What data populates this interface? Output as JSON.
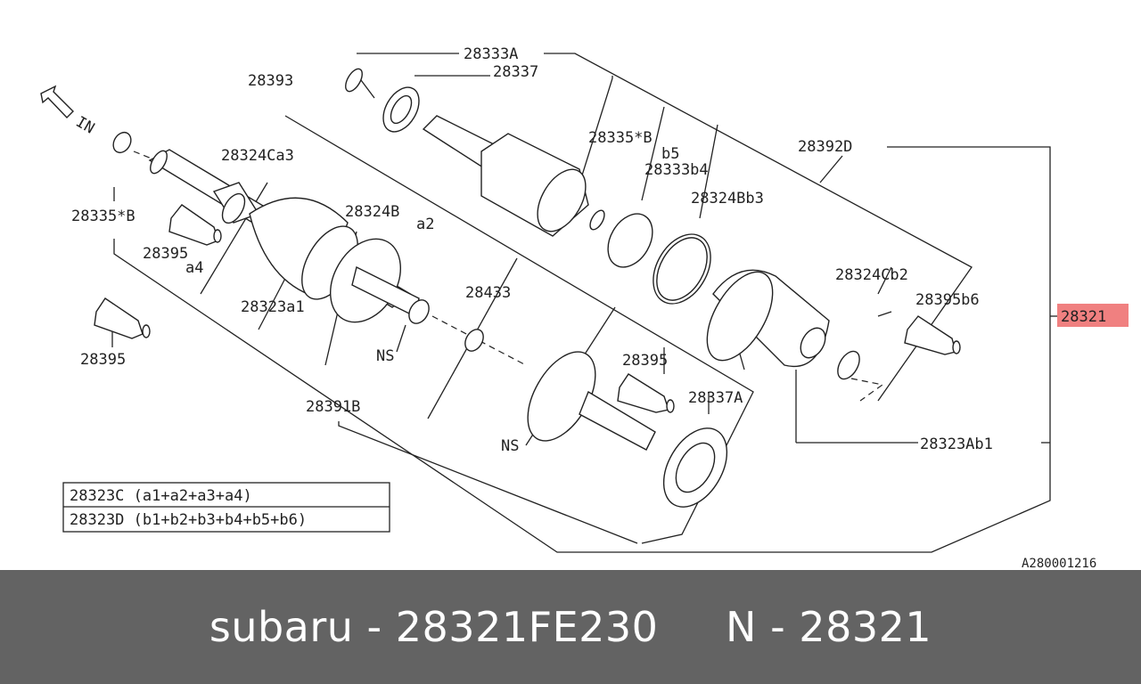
{
  "diagram": {
    "direction_label": "IN",
    "ref_code": "A280001216",
    "highlight_label": "28321",
    "labels": {
      "l28333A": "28333A",
      "l28337": "28337",
      "l28393": "28393",
      "l28335Bb5": "28335*B",
      "l_b5": "b5",
      "l28392D": "28392D",
      "l28324Ca3": "28324Ca3",
      "l28333b4": "28333b4",
      "l28335B": "28335*B",
      "l28324Ba2": "28324B",
      "l_a2": "a2",
      "l28324Bb3": "28324Bb3",
      "l28395a4": "28395",
      "l_a4": "a4",
      "l28324Cb2": "28324Cb2",
      "l28323a1": "28323a1",
      "l28433": "28433",
      "l28395b6": "28395b6",
      "l28395_left": "28395",
      "l_NS1": "NS",
      "l28395_mid": "28395",
      "l28391B": "28391B",
      "l28337A": "28337A",
      "l_NS2": "NS",
      "l28323Ab1": "28323Ab1"
    },
    "table": [
      "28323C (a1+a2+a3+a4)",
      "28323D (b1+b2+b3+b4+b5+b6)"
    ]
  },
  "footer": {
    "text": "subaru - 28321FE230     N - 28321"
  }
}
